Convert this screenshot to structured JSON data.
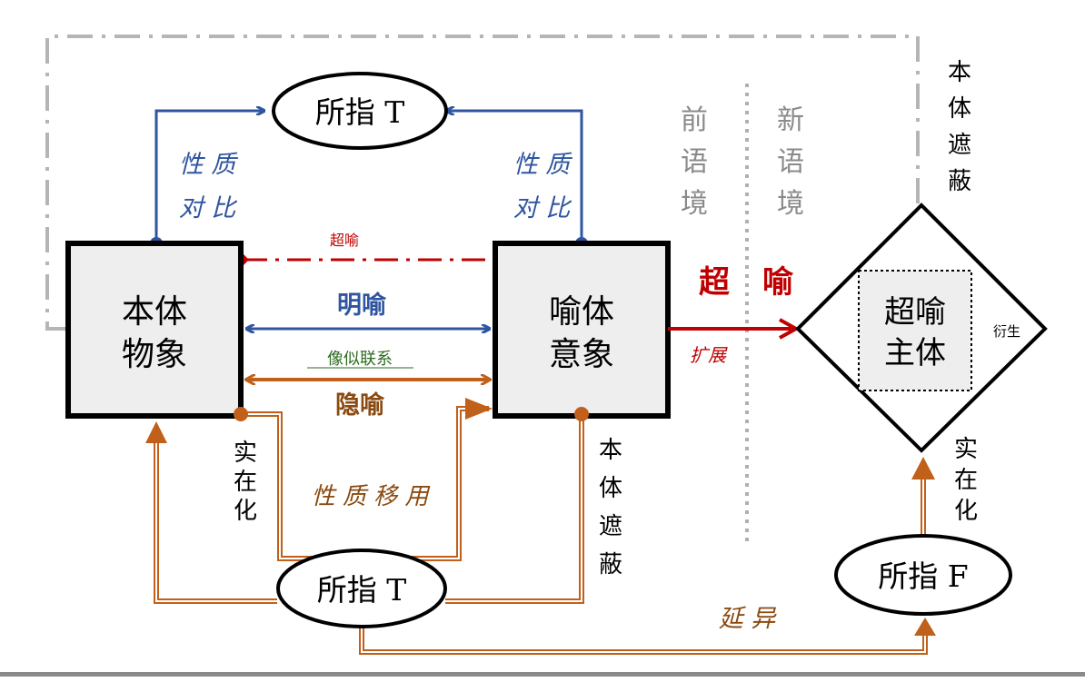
{
  "nodes": {
    "tenor_box": [
      "本体",
      "物象"
    ],
    "vehicle_box": [
      "喻体",
      "意象"
    ],
    "hyper_diamond": [
      "超喻",
      "主体"
    ],
    "signified_top": "所指 T",
    "signified_bottom": "所指 T",
    "signified_f": "所指 F"
  },
  "edges": {
    "simile": "明喻",
    "similarity": "像似联系",
    "metaphor": "隐喻",
    "hyper_small": "超喻",
    "hyper_big": [
      "超",
      "喻"
    ],
    "expand": "扩展",
    "property_contrast_left": [
      "性 质",
      "对 比"
    ],
    "property_contrast_right": [
      "性 质",
      "对 比"
    ],
    "property_transfer": "性 质 移 用",
    "differance": "延 异",
    "derive": "衍生"
  },
  "side_labels": {
    "realize_left": [
      "实",
      "在",
      "化"
    ],
    "realize_right": [
      "实",
      "在",
      "化"
    ],
    "tenor_mask_mid": [
      "本",
      "体",
      "遮",
      "蔽"
    ],
    "tenor_mask_top": [
      "本",
      "体",
      "遮",
      "蔽"
    ],
    "pre_context": [
      "前",
      "语",
      "境"
    ],
    "new_context": [
      "新",
      "语",
      "境"
    ]
  },
  "colors": {
    "blue": "#2f55a0",
    "orange": "#c0601a",
    "dark_orange": "#8a4a10",
    "red": "#c00000",
    "green": "#2e6b1f",
    "gray_dash": "#b5b5b5",
    "box_fill": "#eeeeee"
  }
}
